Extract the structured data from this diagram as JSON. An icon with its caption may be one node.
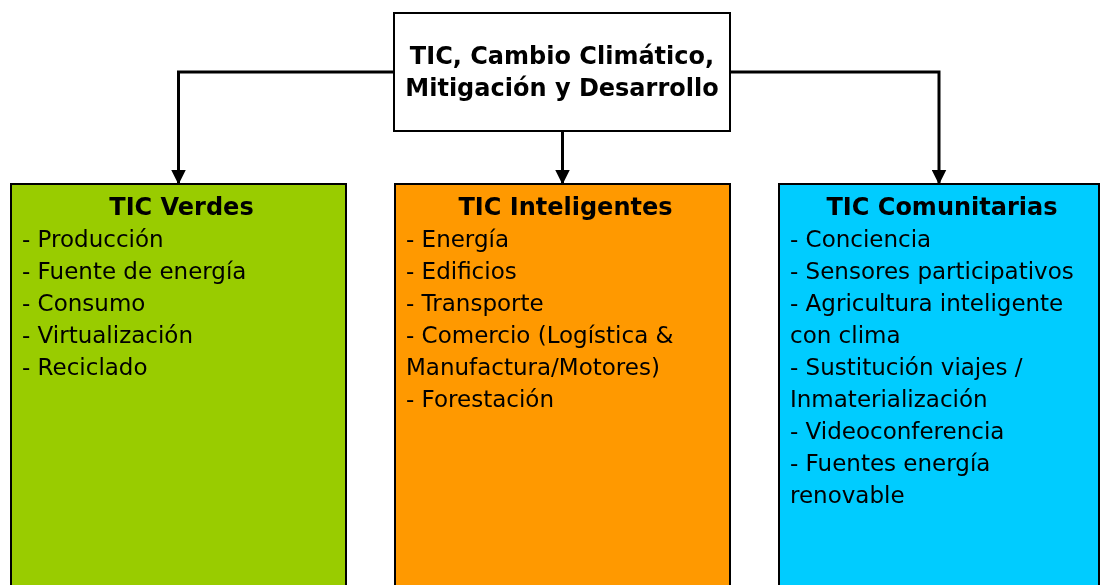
{
  "diagram": {
    "nodes": [
      {
        "text": [
          "TIC, Cambio Climático, Mitigación y Desarrollo"
        ]
      },
      {
        "text": [
          "TIC Verdes",
          "- Producción",
          "- Fuente de energía",
          "- Consumo",
          "- Virtualización",
          "- Reciclado"
        ]
      },
      {
        "text": [
          "TIC Inteligentes",
          "- Energía",
          "- Edificios",
          "- Transporte",
          "- Comercio (Logística & Manufactura/Motores)",
          "- Forestación"
        ]
      },
      {
        "text": [
          "TIC Comunitarias",
          "- Conciencia",
          "- Sensores participativos",
          "- Agricultura inteligente con clima",
          "- Sustitución viajes / Inmaterialización",
          "- Videoconferencia",
          "- Fuentes energía renovable"
        ]
      }
    ],
    "edges": [
      {
        "from": 0,
        "to": 1,
        "arrow": "to"
      },
      {
        "from": 0,
        "to": 2,
        "arrow": "to"
      },
      {
        "from": 0,
        "to": 3,
        "arrow": "to"
      }
    ]
  }
}
